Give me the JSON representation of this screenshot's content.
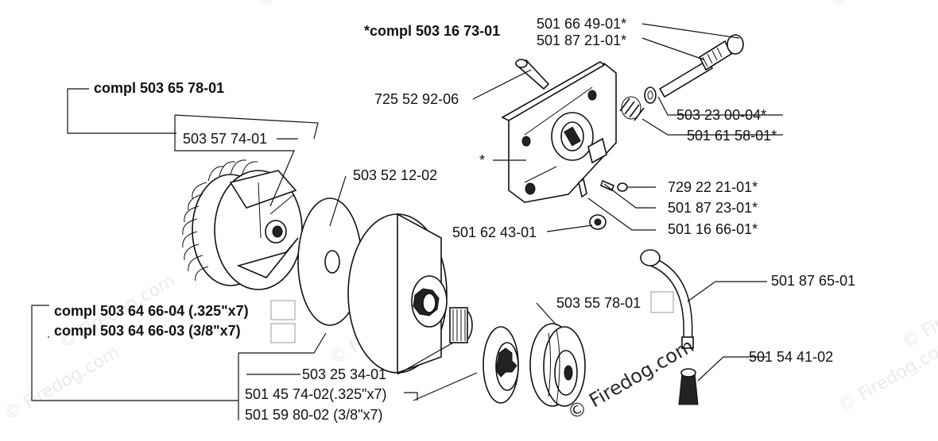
{
  "labels": {
    "compl_pump": "*compl 503 16 73-01",
    "compl_clutch": "compl 503 65 78-01",
    "compl_drum_325": "compl 503 64 66-04 (.325\"x7)",
    "compl_drum_38": "compl 503 64 66-03 (3/8\"x7)",
    "p_501664901": "501 66 49-01*",
    "p_501872101": "501 87 21-01*",
    "p_725529206": "725 52 92-06",
    "p_503230004": "503 23 00-04*",
    "p_501615801": "501 61 58-01*",
    "p_503577401": "503 57 74-01",
    "p_503521202": "503 52 12-02",
    "p_729222101": "729 22 21-01*",
    "p_501872301": "501 87 23-01*",
    "p_501624301": "501 62 43-01",
    "p_501166601": "501 16 66-01*",
    "p_501876501": "501 87 65-01",
    "p_503557801": "503 55 78-01",
    "p_501544102": "501 54 41-02",
    "p_503253401": "503 25 34-01",
    "p_501457402": "501 45 74-02(.325\"x7)",
    "p_501598002": "501 59 80-02 (3/8\"x7)",
    "asterisk": "*"
  },
  "watermark": {
    "main": "© Firedog.com",
    "tile": "© Firedog.com"
  }
}
